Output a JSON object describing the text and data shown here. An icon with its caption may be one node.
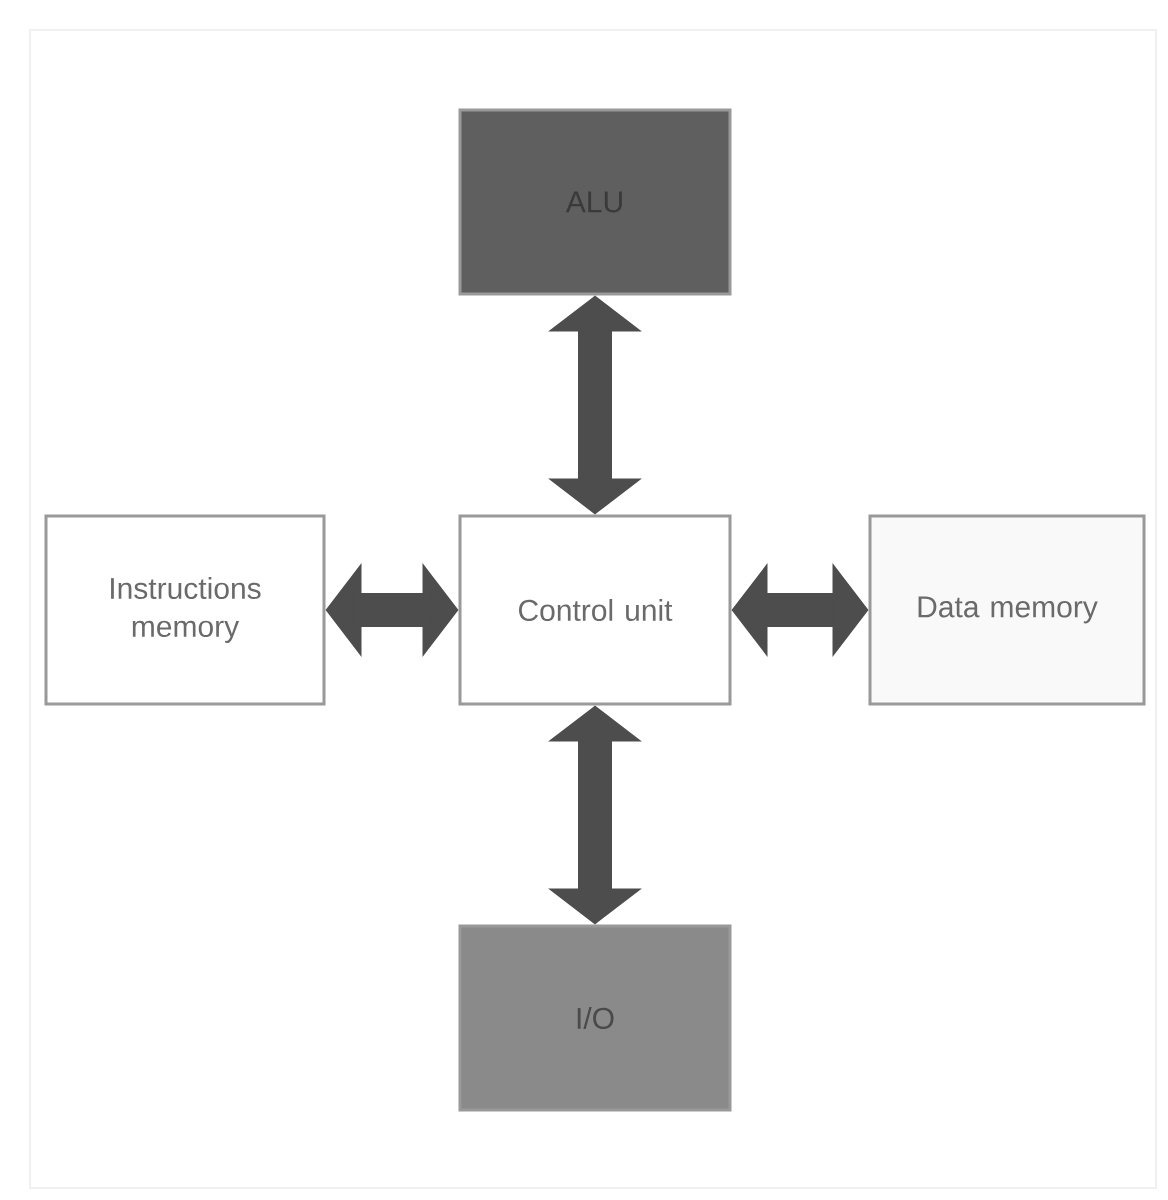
{
  "diagram": {
    "nodes": [
      {
        "text": [
          "ALU"
        ]
      },
      {
        "text": [
          "Instructions memory"
        ]
      },
      {
        "text": [
          "Control unit"
        ]
      },
      {
        "text": [
          "Data memory"
        ]
      },
      {
        "text": [
          "I/O"
        ]
      }
    ],
    "edges": [
      {
        "from": 2,
        "to": 0,
        "arrow": "both"
      },
      {
        "from": 2,
        "to": 1,
        "arrow": "both"
      },
      {
        "from": 2,
        "to": 3,
        "arrow": "both"
      },
      {
        "from": 2,
        "to": 4,
        "arrow": "both"
      }
    ]
  }
}
